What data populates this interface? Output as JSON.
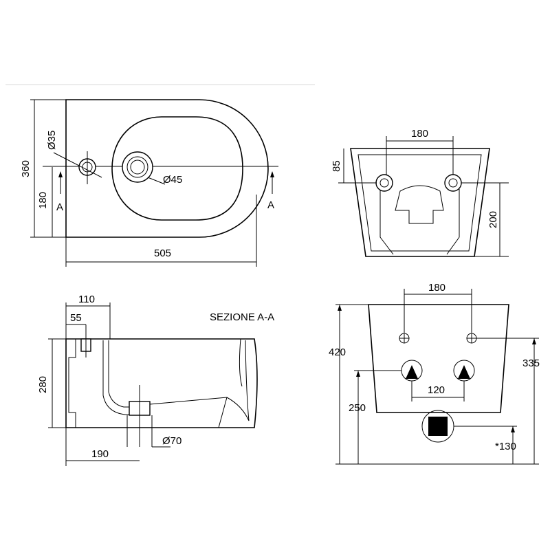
{
  "colors": {
    "line": "#000000",
    "background": "#ffffff",
    "separator": "#d9d9d9"
  },
  "top_view": {
    "width": "505",
    "depth": "360",
    "half_depth": "180",
    "tap_hole": "Ø35",
    "drain": "Ø45",
    "section_marker": "A"
  },
  "rear_view": {
    "tap_spacing": "180",
    "fixing_height": "85",
    "fixing_to_bottom": "200"
  },
  "section": {
    "title": "SEZIONE A-A",
    "depth_110": "110",
    "depth_55": "55",
    "height": "280",
    "outlet_distance": "190",
    "outlet": "Ø70"
  },
  "install_view": {
    "bolt_spacing": "180",
    "supply_spacing": "120",
    "total_height": "420",
    "supply_height": "250",
    "bolt_height": "335",
    "drain_height": "*130"
  }
}
